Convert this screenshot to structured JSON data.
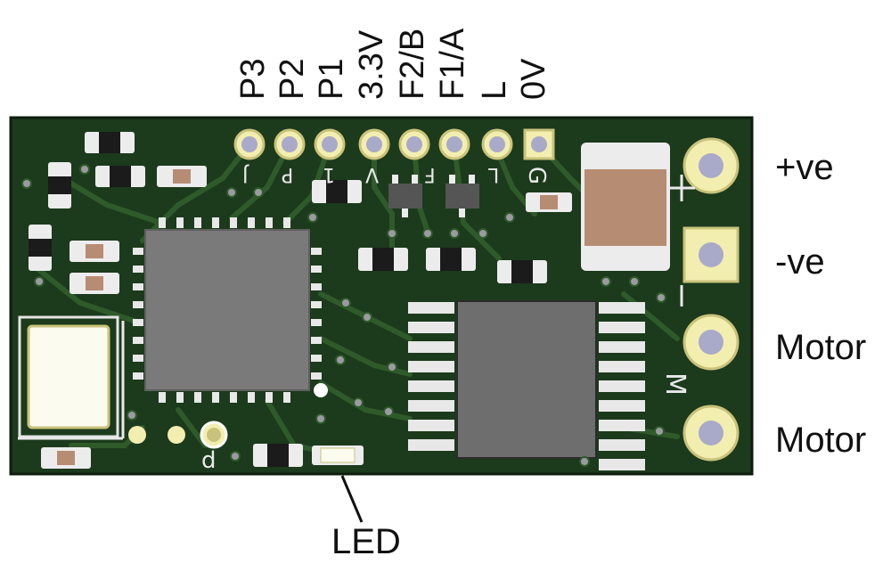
{
  "pin_labels": [
    "P3",
    "P2",
    "P1",
    "3.3V",
    "F2/B",
    "F1/A",
    "L",
    "0V"
  ],
  "pad_labels": [
    "+ve",
    "-ve",
    "Motor",
    "Motor"
  ],
  "callout": {
    "led": "LED"
  },
  "silkscreen": {
    "p3_mark": "J",
    "p2_mark": "P",
    "p1_mark": "1",
    "v_mark": "V",
    "f2_mark": "F",
    "l_mark": "L",
    "g_mark": "G",
    "plus_mark": "+",
    "minus_mark": "−",
    "motor_mark": "M",
    "p_mark": "p"
  },
  "colors": {
    "board": "#1c3a1c",
    "trace": "#2f5a2a",
    "pad_gold": "#f2eeb0",
    "pad_ring": "#c9c27a",
    "hole": "#a9a9c9",
    "chip": "#7a7a7a"
  }
}
